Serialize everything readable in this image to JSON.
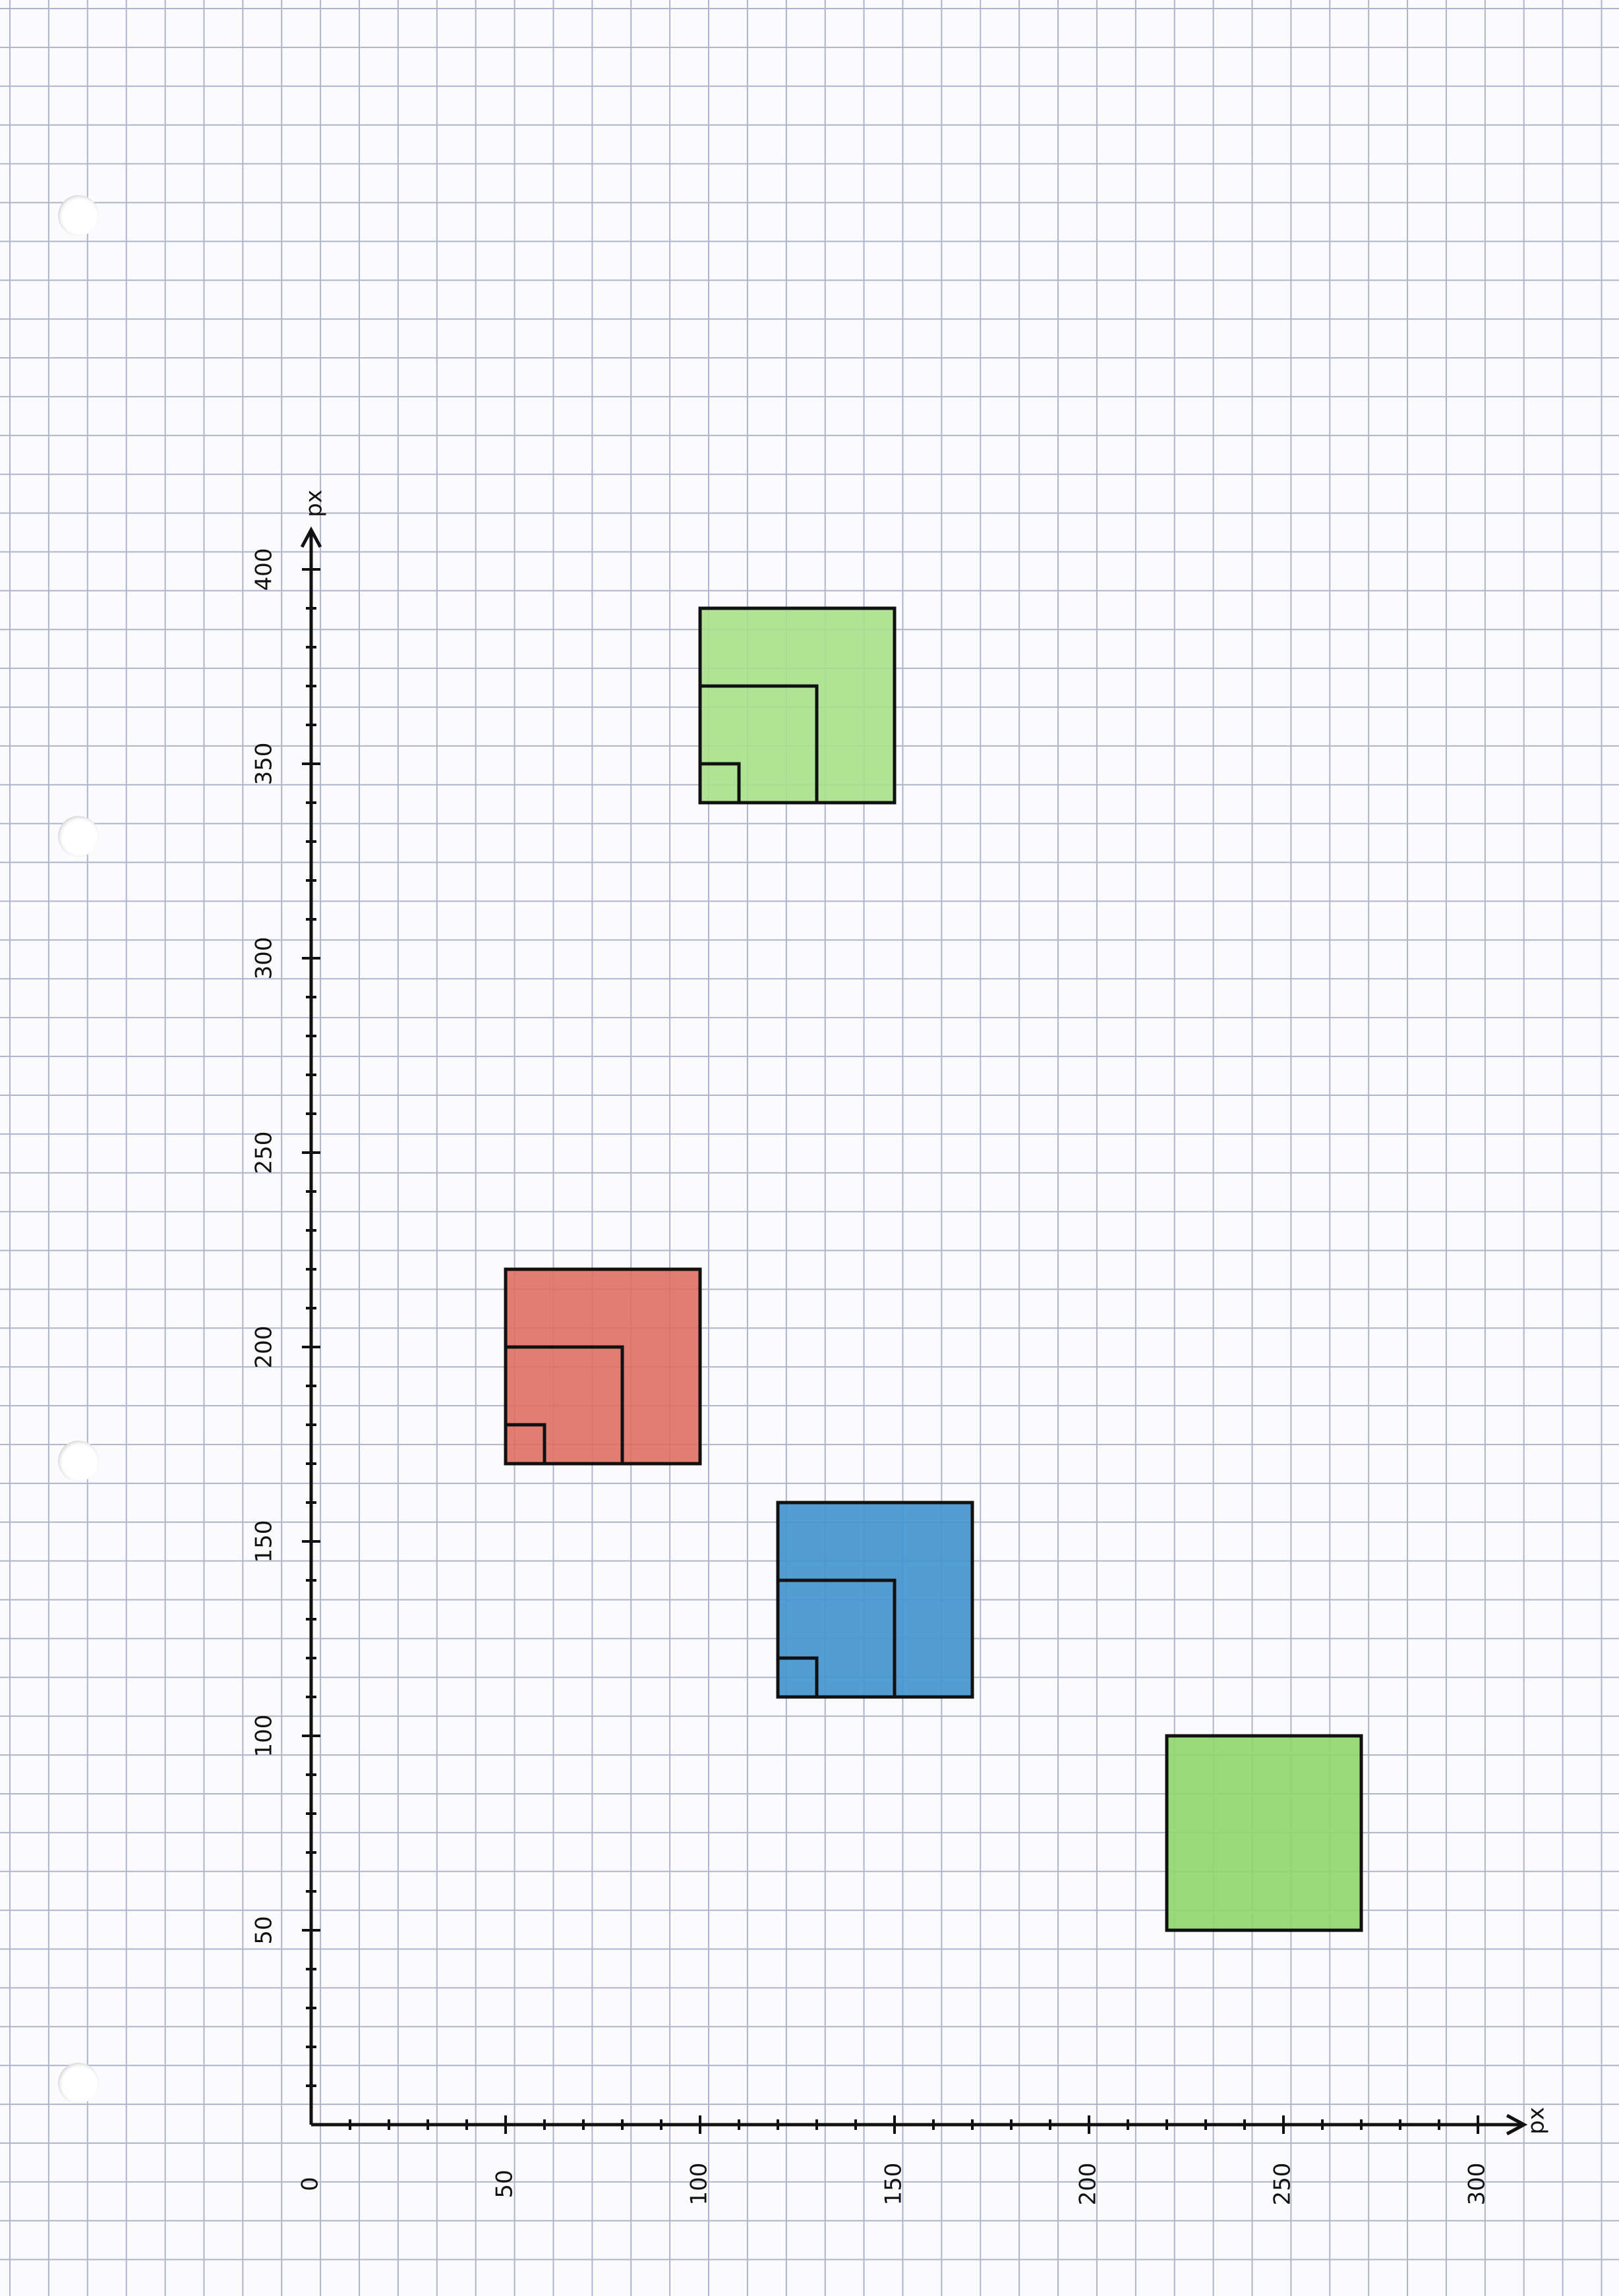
{
  "figure": {
    "x_axis": {
      "unit": "px",
      "ticks": [
        "0",
        "50",
        "100",
        "150",
        "200",
        "250",
        "300"
      ],
      "range": [
        0,
        300
      ],
      "minor_step": 10
    },
    "y_axis": {
      "unit": "px",
      "ticks": [
        "50",
        "100",
        "150",
        "200",
        "250",
        "300",
        "350",
        "400"
      ],
      "range": [
        0,
        400
      ],
      "minor_step": 10
    },
    "squares": [
      {
        "color": "#8fd66a",
        "x": [
          220,
          270
        ],
        "y": [
          50,
          100
        ],
        "nested": []
      },
      {
        "color": "#3f93cf",
        "x": [
          120,
          170
        ],
        "y": [
          110,
          160
        ],
        "nested": [
          {
            "x": [
              120,
              150
            ],
            "y": [
              110,
              140
            ]
          },
          {
            "x": [
              120,
              130
            ],
            "y": [
              110,
              120
            ]
          }
        ]
      },
      {
        "color": "#de6f62",
        "x": [
          50,
          100
        ],
        "y": [
          170,
          220
        ],
        "nested": [
          {
            "x": [
              50,
              80
            ],
            "y": [
              170,
              200
            ]
          },
          {
            "x": [
              50,
              60
            ],
            "y": [
              170,
              180
            ]
          }
        ]
      },
      {
        "color": "#a8e08a",
        "x": [
          100,
          150
        ],
        "y": [
          340,
          390
        ],
        "nested": [
          {
            "x": [
              100,
              130
            ],
            "y": [
              340,
              370
            ]
          },
          {
            "x": [
              100,
              110
            ],
            "y": [
              340,
              350
            ]
          }
        ]
      }
    ]
  }
}
